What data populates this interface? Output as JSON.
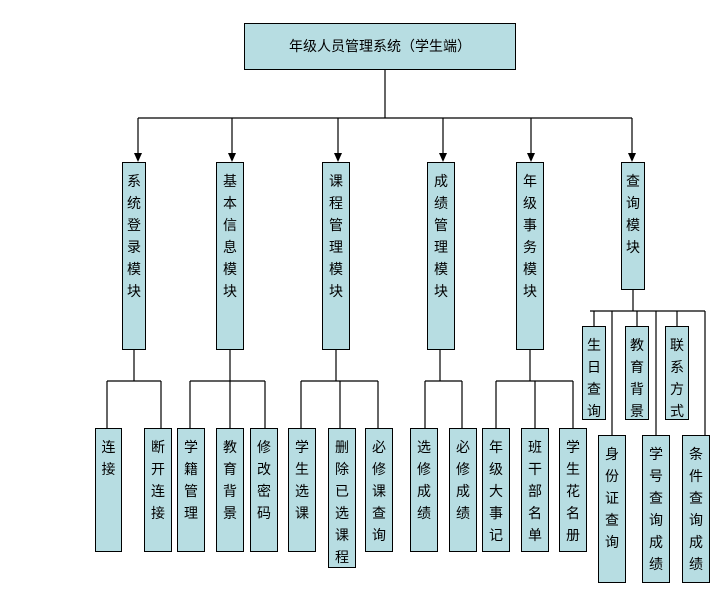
{
  "theme": {
    "box_fill": "#b7dde2",
    "line_color": "#000000"
  },
  "root": {
    "id": "root",
    "label": "年级人员管理系统（学生端）"
  },
  "modules": [
    {
      "id": "m1",
      "label": "系统登录模块",
      "children": [
        {
          "id": "m1c1",
          "label": "连接"
        },
        {
          "id": "m1c2",
          "label": "断开连接"
        }
      ]
    },
    {
      "id": "m2",
      "label": "基本信息模块",
      "children": [
        {
          "id": "m2c1",
          "label": "学籍管理"
        },
        {
          "id": "m2c2",
          "label": "教育背景"
        },
        {
          "id": "m2c3",
          "label": "修改密码"
        }
      ]
    },
    {
      "id": "m3",
      "label": "课程管理模块",
      "children": [
        {
          "id": "m3c1",
          "label": "学生选课"
        },
        {
          "id": "m3c2",
          "label": "删除已选课程"
        },
        {
          "id": "m3c3",
          "label": "必修课查询"
        }
      ]
    },
    {
      "id": "m4",
      "label": "成绩管理模块",
      "children": [
        {
          "id": "m4c1",
          "label": "选修成绩"
        },
        {
          "id": "m4c2",
          "label": "必修成绩"
        }
      ]
    },
    {
      "id": "m5",
      "label": "年级事务模块",
      "children": [
        {
          "id": "m5c1",
          "label": "年级大事记"
        },
        {
          "id": "m5c2",
          "label": "班干部名单"
        },
        {
          "id": "m5c3",
          "label": "学生花名册"
        }
      ]
    },
    {
      "id": "m6",
      "label": "查询模块",
      "children": [
        {
          "id": "m6c1",
          "label": "生日查询"
        },
        {
          "id": "m6c2",
          "label": "教育背景"
        },
        {
          "id": "m6c3",
          "label": "联系方式"
        },
        {
          "id": "m6c4",
          "label": "身份证查询"
        },
        {
          "id": "m6c5",
          "label": "学号查询成绩"
        },
        {
          "id": "m6c6",
          "label": "条件查询成绩"
        }
      ]
    }
  ]
}
